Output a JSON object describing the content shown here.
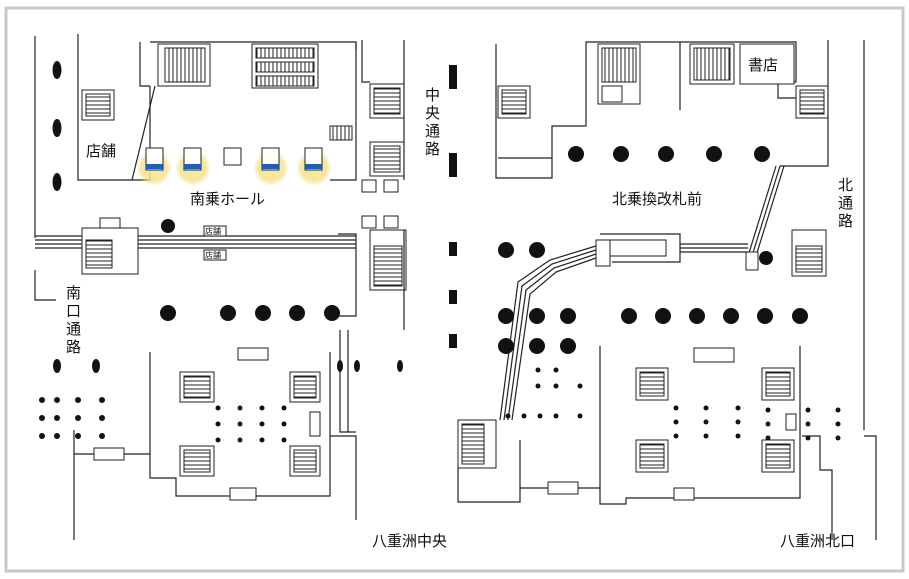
{
  "labels": {
    "south_platform": "南乗ホール",
    "north_transfer": "北乗換改札前",
    "central_passage": [
      "中",
      "央",
      "通",
      "路"
    ],
    "north_passage": [
      "北",
      "通",
      "路"
    ],
    "south_exit_passage": [
      "南",
      "口",
      "通",
      "路"
    ],
    "shop_left": "店舗",
    "bookstore": "書店",
    "shop_tag": "店舗",
    "yaesu_central": "八重洲中央",
    "yaesu_north": "八重洲北口"
  },
  "colors": {
    "border": "#c8c8c8",
    "highlight_glow": "#f2e08a",
    "gate_blue": "#1e5fb0",
    "ink": "#222222"
  }
}
